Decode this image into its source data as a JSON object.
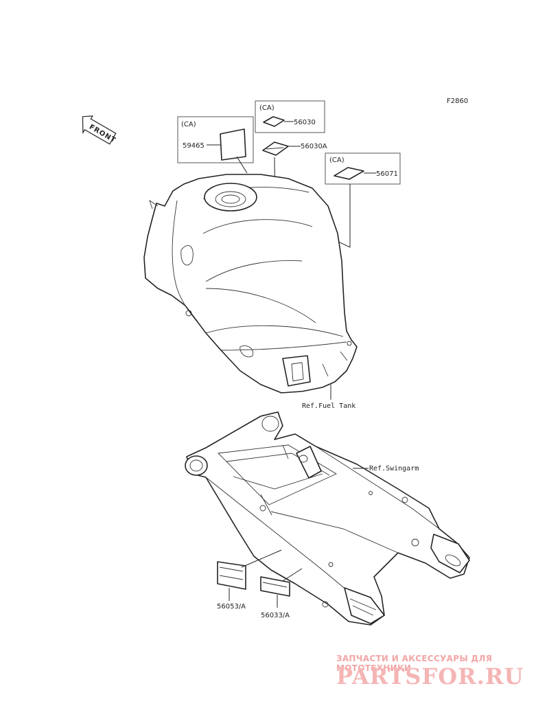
{
  "figure_code": "F2860",
  "front_arrow_label": "FRONT",
  "callouts": {
    "box_a": {
      "tag": "(CA)",
      "part": "59465"
    },
    "box_b": {
      "tag": "(CA)",
      "part": "56030"
    },
    "part_56030a": "56030A",
    "box_c": {
      "tag": "(CA)",
      "part": "56071"
    },
    "part_56053": "56053/A",
    "part_56033": "56033/A"
  },
  "references": {
    "fuel_tank": "Ref.Fuel Tank",
    "swingarm": "Ref.Swingarm"
  },
  "watermark": {
    "tagline": "ЗАПЧАСТИ И АКСЕССУАРЫ ДЛЯ МОТОТЕХНИКИ",
    "logo": "PARTSFOR.RU"
  }
}
